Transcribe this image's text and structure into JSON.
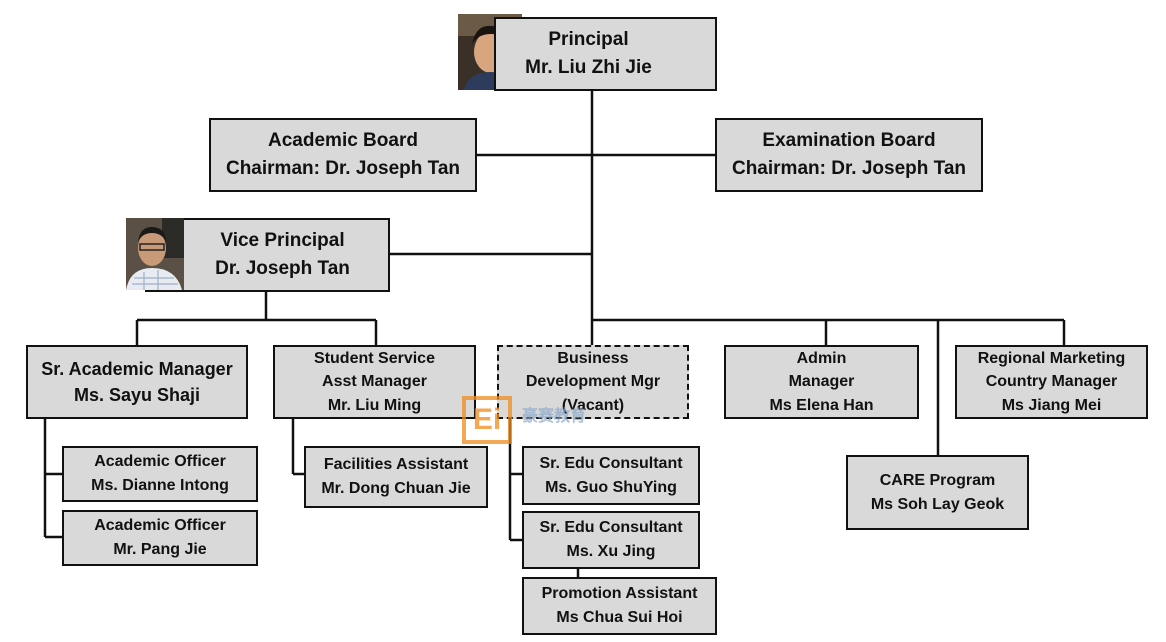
{
  "principal": {
    "title": "Principal",
    "name": "Mr. Liu Zhi Jie"
  },
  "academic_board": {
    "title": "Academic Board",
    "name": "Chairman: Dr. Joseph Tan"
  },
  "examination_board": {
    "title": "Examination Board",
    "name": "Chairman: Dr. Joseph Tan"
  },
  "vice_principal": {
    "title": "Vice Principal",
    "name": "Dr. Joseph Tan"
  },
  "sr_academic_manager": {
    "title": "Sr. Academic Manager",
    "name": "Ms. Sayu Shaji"
  },
  "student_service": {
    "l1": "Student Service",
    "l2": "Asst Manager",
    "name": "Mr. Liu Ming"
  },
  "business_dev": {
    "l1": "Business",
    "l2": "Development Mgr",
    "name": "(Vacant)"
  },
  "admin_manager": {
    "l1": "Admin",
    "l2": "Manager",
    "name": "Ms Elena Han"
  },
  "regional_marketing": {
    "l1": "Regional Marketing",
    "l2": "Country Manager",
    "name": "Ms Jiang Mei"
  },
  "academic_officer_1": {
    "title": "Academic Officer",
    "name": "Ms. Dianne Intong"
  },
  "academic_officer_2": {
    "title": "Academic Officer",
    "name": "Mr. Pang Jie"
  },
  "facilities_assistant": {
    "title": "Facilities Assistant",
    "name": "Mr. Dong Chuan Jie"
  },
  "edu_consultant_1": {
    "title": "Sr. Edu Consultant",
    "name": "Ms. Guo ShuYing"
  },
  "edu_consultant_2": {
    "title": "Sr. Edu Consultant",
    "name": "Ms. Xu Jing"
  },
  "promotion_assistant": {
    "title": "Promotion Assistant",
    "name": "Ms Chua Sui Hoi"
  },
  "care_program": {
    "title": "CARE Program",
    "name": "Ms Soh Lay Geok"
  },
  "watermark": {
    "logo": "Ei",
    "text": "豪赛教育"
  },
  "colors": {
    "box_fill": "#d9d9d9",
    "border": "#111111",
    "watermark": "#f08c1e"
  }
}
